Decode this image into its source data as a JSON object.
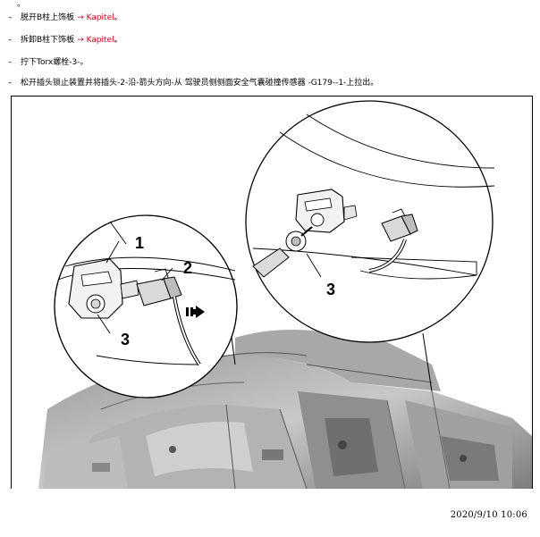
{
  "lead_mark": "。",
  "steps": [
    {
      "bullet": "–",
      "text": "脱开B柱上饰板",
      "link": "→ Kapitel",
      "end": "。"
    },
    {
      "bullet": "–",
      "text": "拆卸B柱下饰板",
      "link": "→ Kapitel",
      "end": "。"
    },
    {
      "bullet": "–",
      "text": "拧下Torx螺栓-3-。",
      "link": "",
      "end": ""
    },
    {
      "bullet": "–",
      "text": "松开插头锁止装置并将插头-2-沿-箭头方向-从 驾驶员侧侧面安全气囊碰撞传感器 -G179--1-上拉出。",
      "link": "",
      "end": ""
    }
  ],
  "figure": {
    "callouts": [
      "1",
      "2",
      "3",
      "3"
    ]
  },
  "footer": {
    "timestamp": "2020/9/10 10:06"
  },
  "colors": {
    "link": "#e0001b",
    "text": "#000000"
  }
}
